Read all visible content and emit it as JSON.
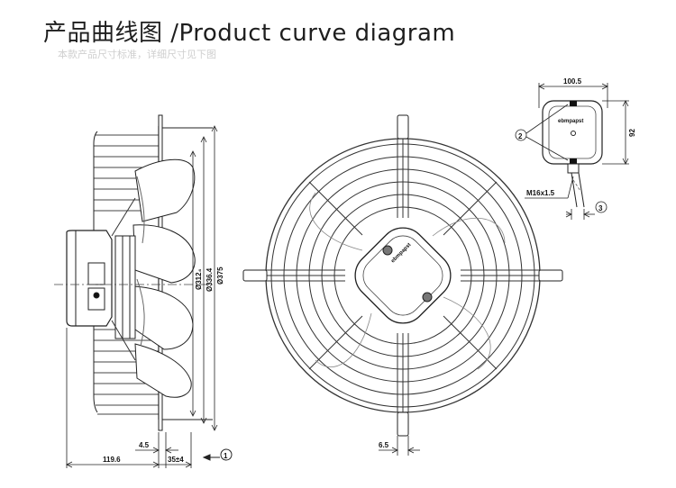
{
  "header": {
    "title": "产品曲线图 /Product curve diagram",
    "subtitle": "本款产品尺寸标准，详细尺寸见下图"
  },
  "dimensions": {
    "dia_312": "Ø312₄",
    "dia_336": "Ø336.4",
    "dia_375": "Ø375",
    "offset_4_5": "4.5",
    "depth_119_6": "119.6",
    "depth_35": "35±4",
    "slot_6_5": "6.5",
    "box_width": "100.5",
    "box_height": "92",
    "cable_gland": "M16x1.5"
  },
  "callouts": {
    "c1": "1",
    "c2": "2",
    "c3": "3"
  },
  "brand": {
    "label": "ebmpapst"
  }
}
